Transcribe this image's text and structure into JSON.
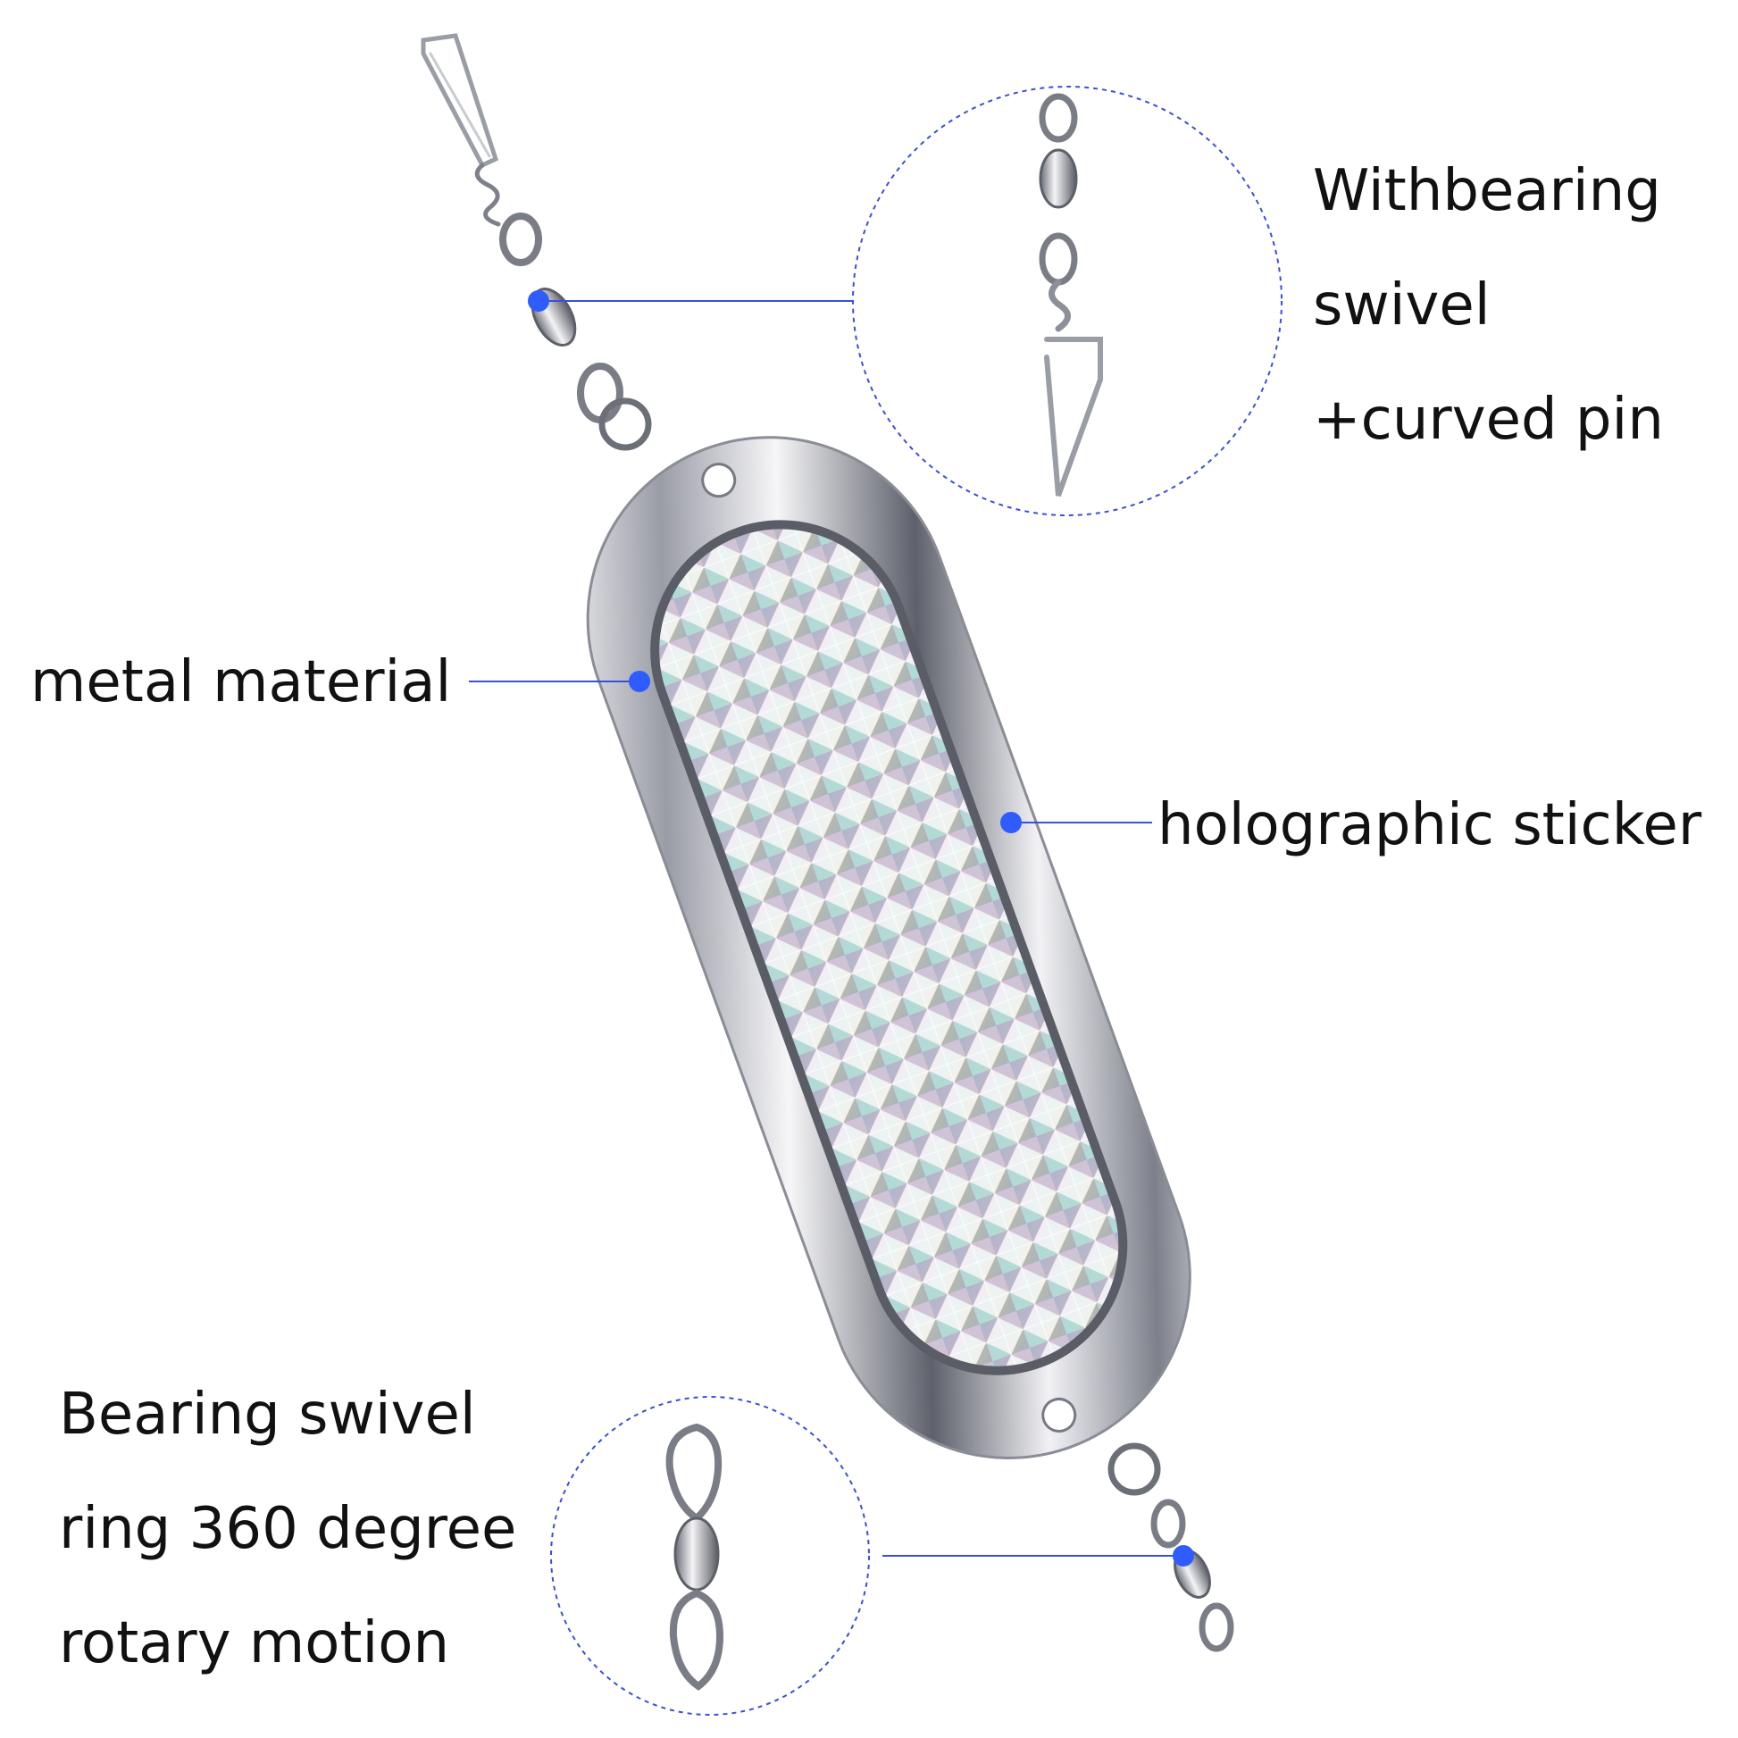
{
  "colors": {
    "background": "#ffffff",
    "text": "#111111",
    "callout_line": "#3b4fd8",
    "callout_dot": "#2f5cff",
    "callout_circle": "#3b4fd8",
    "metal_light": "#f4f4f6",
    "metal_dark": "#6b6e78"
  },
  "callouts": {
    "swivel_pin": {
      "lines": [
        "Withbearing",
        "swivel",
        "+curved pin"
      ],
      "icon": "swivel-with-snap-icon"
    },
    "metal": {
      "lines": [
        "metal material"
      ]
    },
    "holographic": {
      "lines": [
        "holographic sticker"
      ]
    },
    "bearing_swivel": {
      "lines": [
        "Bearing swivel",
        "ring 360 degree",
        "rotary motion"
      ],
      "icon": "bearing-swivel-icon"
    }
  }
}
